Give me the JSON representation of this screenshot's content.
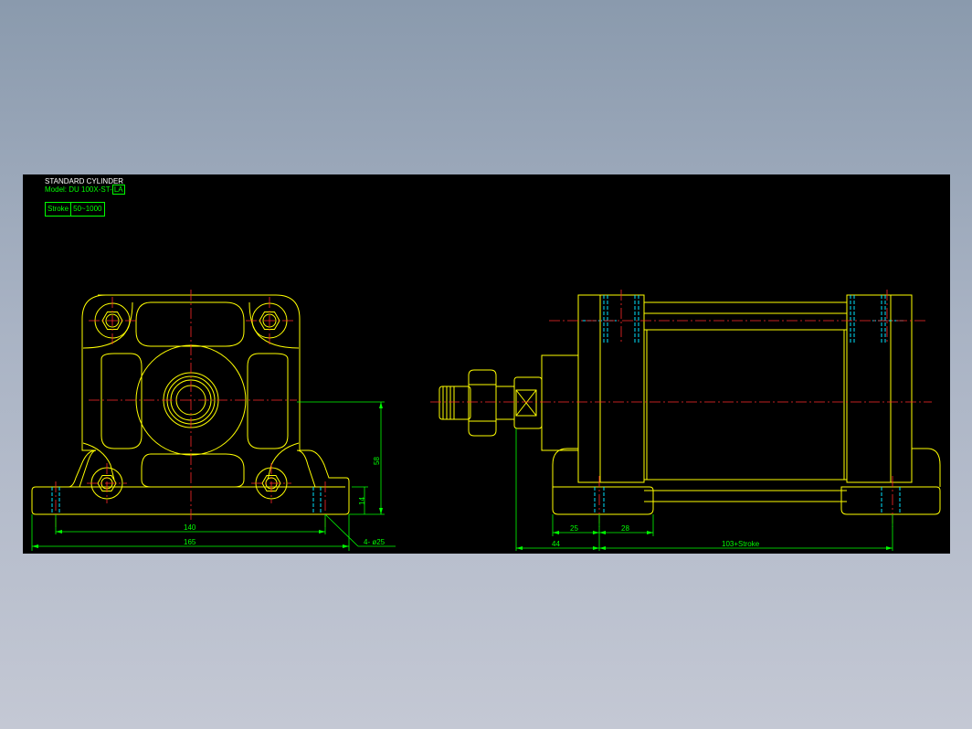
{
  "header": {
    "title": "STANDARD CYLINDER",
    "model_prefix": "Model: DU 100X-ST-",
    "model_suffix": "LA",
    "stroke_label": "Stroke",
    "stroke_range": "50~1000"
  },
  "dimensions": {
    "height": "58",
    "base_thickness": "14",
    "hole_pitch": "140",
    "overall_width": "165",
    "hole_callout": "4- ø25",
    "side_a": "25",
    "side_b": "28",
    "rod_end": "44",
    "length": "103+Stroke"
  },
  "colors": {
    "background": "#000000",
    "outline": "#ffff00",
    "dimension": "#00ff00",
    "centerline": "#ff2a2a",
    "hidden": "#00e5ff"
  }
}
